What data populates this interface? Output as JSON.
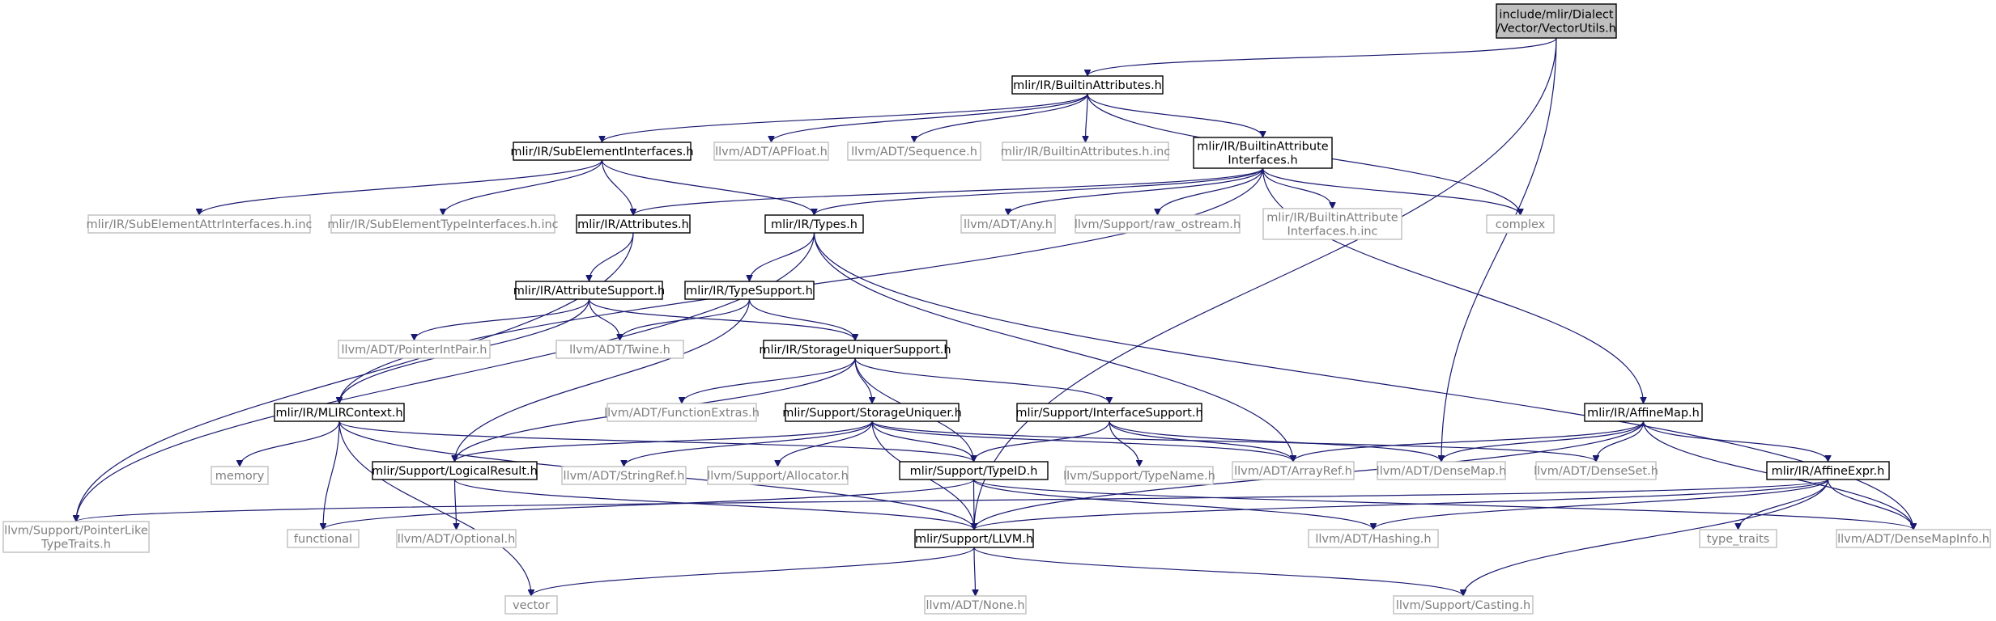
{
  "diagram": {
    "type": "include-dependency-graph",
    "colors": {
      "edge": "#191970",
      "root_fill": "#bfbfbf",
      "node_border": "#000000",
      "external_border": "#bfbfbf",
      "external_text": "#7f7f7f"
    },
    "nodes": [
      {
        "id": "root",
        "lines": [
          "include/mlir/Dialect",
          "/Vector/VectorUtils.h"
        ],
        "kind": "root"
      },
      {
        "id": "builtinattr",
        "lines": [
          "mlir/IR/BuiltinAttributes.h"
        ],
        "kind": "project"
      },
      {
        "id": "subelem",
        "lines": [
          "mlir/IR/SubElementInterfaces.h"
        ],
        "kind": "project"
      },
      {
        "id": "apfloat",
        "lines": [
          "llvm/ADT/APFloat.h"
        ],
        "kind": "external"
      },
      {
        "id": "sequence",
        "lines": [
          "llvm/ADT/Sequence.h"
        ],
        "kind": "external"
      },
      {
        "id": "builtininc",
        "lines": [
          "mlir/IR/BuiltinAttributes.h.inc"
        ],
        "kind": "external"
      },
      {
        "id": "baiface",
        "lines": [
          "mlir/IR/BuiltinAttribute",
          "Interfaces.h"
        ],
        "kind": "project"
      },
      {
        "id": "seattrinc",
        "lines": [
          "mlir/IR/SubElementAttrInterfaces.h.inc"
        ],
        "kind": "external"
      },
      {
        "id": "setypeinc",
        "lines": [
          "mlir/IR/SubElementTypeInterfaces.h.inc"
        ],
        "kind": "external"
      },
      {
        "id": "attributes",
        "lines": [
          "mlir/IR/Attributes.h"
        ],
        "kind": "project"
      },
      {
        "id": "types",
        "lines": [
          "mlir/IR/Types.h"
        ],
        "kind": "project"
      },
      {
        "id": "any",
        "lines": [
          "llvm/ADT/Any.h"
        ],
        "kind": "external"
      },
      {
        "id": "rawostream",
        "lines": [
          "llvm/Support/raw_ostream.h"
        ],
        "kind": "external"
      },
      {
        "id": "baifaceinc",
        "lines": [
          "mlir/IR/BuiltinAttribute",
          "Interfaces.h.inc"
        ],
        "kind": "external"
      },
      {
        "id": "complex",
        "lines": [
          "complex"
        ],
        "kind": "external"
      },
      {
        "id": "attrsupport",
        "lines": [
          "mlir/IR/AttributeSupport.h"
        ],
        "kind": "project"
      },
      {
        "id": "typesupport",
        "lines": [
          "mlir/IR/TypeSupport.h"
        ],
        "kind": "project"
      },
      {
        "id": "ptrintpair",
        "lines": [
          "llvm/ADT/PointerIntPair.h"
        ],
        "kind": "external"
      },
      {
        "id": "twine",
        "lines": [
          "llvm/ADT/Twine.h"
        ],
        "kind": "external"
      },
      {
        "id": "storageuniqsup",
        "lines": [
          "mlir/IR/StorageUniquerSupport.h"
        ],
        "kind": "project"
      },
      {
        "id": "mlircontext",
        "lines": [
          "mlir/IR/MLIRContext.h"
        ],
        "kind": "project"
      },
      {
        "id": "funcextras",
        "lines": [
          "llvm/ADT/FunctionExtras.h"
        ],
        "kind": "external"
      },
      {
        "id": "storageuniq",
        "lines": [
          "mlir/Support/StorageUniquer.h"
        ],
        "kind": "project"
      },
      {
        "id": "ifacesupport",
        "lines": [
          "mlir/Support/InterfaceSupport.h"
        ],
        "kind": "project"
      },
      {
        "id": "affinemap",
        "lines": [
          "mlir/IR/AffineMap.h"
        ],
        "kind": "project"
      },
      {
        "id": "memory",
        "lines": [
          "memory"
        ],
        "kind": "external"
      },
      {
        "id": "logicalres",
        "lines": [
          "mlir/Support/LogicalResult.h"
        ],
        "kind": "project"
      },
      {
        "id": "stringref",
        "lines": [
          "llvm/ADT/StringRef.h"
        ],
        "kind": "external"
      },
      {
        "id": "allocator",
        "lines": [
          "llvm/Support/Allocator.h"
        ],
        "kind": "external"
      },
      {
        "id": "typeid",
        "lines": [
          "mlir/Support/TypeID.h"
        ],
        "kind": "project"
      },
      {
        "id": "typename",
        "lines": [
          "llvm/Support/TypeName.h"
        ],
        "kind": "external"
      },
      {
        "id": "arrayref",
        "lines": [
          "llvm/ADT/ArrayRef.h"
        ],
        "kind": "external"
      },
      {
        "id": "densemap",
        "lines": [
          "llvm/ADT/DenseMap.h"
        ],
        "kind": "external"
      },
      {
        "id": "denseset",
        "lines": [
          "llvm/ADT/DenseSet.h"
        ],
        "kind": "external"
      },
      {
        "id": "affineexpr",
        "lines": [
          "mlir/IR/AffineExpr.h"
        ],
        "kind": "project"
      },
      {
        "id": "ptrlike",
        "lines": [
          "llvm/Support/PointerLike",
          "TypeTraits.h"
        ],
        "kind": "external"
      },
      {
        "id": "functional",
        "lines": [
          "functional"
        ],
        "kind": "external"
      },
      {
        "id": "optional",
        "lines": [
          "llvm/ADT/Optional.h"
        ],
        "kind": "external"
      },
      {
        "id": "llvmh",
        "lines": [
          "mlir/Support/LLVM.h"
        ],
        "kind": "project"
      },
      {
        "id": "hashing",
        "lines": [
          "llvm/ADT/Hashing.h"
        ],
        "kind": "external"
      },
      {
        "id": "typetraits",
        "lines": [
          "type_traits"
        ],
        "kind": "external"
      },
      {
        "id": "densemapinfo",
        "lines": [
          "llvm/ADT/DenseMapInfo.h"
        ],
        "kind": "external"
      },
      {
        "id": "vector",
        "lines": [
          "vector"
        ],
        "kind": "external"
      },
      {
        "id": "none",
        "lines": [
          "llvm/ADT/None.h"
        ],
        "kind": "external"
      },
      {
        "id": "casting",
        "lines": [
          "llvm/Support/Casting.h"
        ],
        "kind": "external"
      }
    ],
    "edges": [
      [
        "root",
        "builtinattr"
      ],
      [
        "root",
        "densemap"
      ],
      [
        "root",
        "llvmh"
      ],
      [
        "builtinattr",
        "subelem"
      ],
      [
        "builtinattr",
        "apfloat"
      ],
      [
        "builtinattr",
        "sequence"
      ],
      [
        "builtinattr",
        "builtininc"
      ],
      [
        "builtinattr",
        "baiface"
      ],
      [
        "builtinattr",
        "complex"
      ],
      [
        "subelem",
        "seattrinc"
      ],
      [
        "subelem",
        "setypeinc"
      ],
      [
        "subelem",
        "attributes"
      ],
      [
        "subelem",
        "types"
      ],
      [
        "baiface",
        "attributes"
      ],
      [
        "baiface",
        "types"
      ],
      [
        "baiface",
        "any"
      ],
      [
        "baiface",
        "rawostream"
      ],
      [
        "baiface",
        "baifaceinc"
      ],
      [
        "baiface",
        "complex"
      ],
      [
        "baiface",
        "affinemap"
      ],
      [
        "baiface",
        "mlircontext"
      ],
      [
        "attributes",
        "attrsupport"
      ],
      [
        "attributes",
        "ptrlike"
      ],
      [
        "types",
        "typesupport"
      ],
      [
        "types",
        "arrayref"
      ],
      [
        "types",
        "densemapinfo"
      ],
      [
        "types",
        "ptrlike"
      ],
      [
        "attrsupport",
        "ptrintpair"
      ],
      [
        "attrsupport",
        "twine"
      ],
      [
        "attrsupport",
        "storageuniqsup"
      ],
      [
        "attrsupport",
        "mlircontext"
      ],
      [
        "typesupport",
        "twine"
      ],
      [
        "typesupport",
        "storageuniqsup"
      ],
      [
        "typesupport",
        "logicalres"
      ],
      [
        "storageuniqsup",
        "funcextras"
      ],
      [
        "storageuniqsup",
        "storageuniq"
      ],
      [
        "storageuniqsup",
        "ifacesupport"
      ],
      [
        "storageuniqsup",
        "typeid"
      ],
      [
        "storageuniqsup",
        "logicalres"
      ],
      [
        "mlircontext",
        "memory"
      ],
      [
        "mlircontext",
        "functional"
      ],
      [
        "mlircontext",
        "vector"
      ],
      [
        "mlircontext",
        "typeid"
      ],
      [
        "mlircontext",
        "llvmh"
      ],
      [
        "storageuniq",
        "logicalres"
      ],
      [
        "storageuniq",
        "stringref"
      ],
      [
        "storageuniq",
        "allocator"
      ],
      [
        "storageuniq",
        "typeid"
      ],
      [
        "storageuniq",
        "llvmh"
      ],
      [
        "storageuniq",
        "arrayref"
      ],
      [
        "storageuniq",
        "denseset"
      ],
      [
        "ifacesupport",
        "typeid"
      ],
      [
        "ifacesupport",
        "typename"
      ],
      [
        "ifacesupport",
        "arrayref"
      ],
      [
        "ifacesupport",
        "densemap"
      ],
      [
        "affinemap",
        "arrayref"
      ],
      [
        "affinemap",
        "densemap"
      ],
      [
        "affinemap",
        "denseset"
      ],
      [
        "affinemap",
        "affineexpr"
      ],
      [
        "affinemap",
        "densemapinfo"
      ],
      [
        "affinemap",
        "llvmh"
      ],
      [
        "affineexpr",
        "llvmh"
      ],
      [
        "affineexpr",
        "hashing"
      ],
      [
        "affineexpr",
        "typetraits"
      ],
      [
        "affineexpr",
        "casting"
      ],
      [
        "affineexpr",
        "densemapinfo"
      ],
      [
        "affineexpr",
        "ptrlike"
      ],
      [
        "logicalres",
        "optional"
      ],
      [
        "logicalres",
        "llvmh"
      ],
      [
        "typeid",
        "functional"
      ],
      [
        "typeid",
        "llvmh"
      ],
      [
        "typeid",
        "hashing"
      ],
      [
        "typeid",
        "densemapinfo"
      ],
      [
        "llvmh",
        "vector"
      ],
      [
        "llvmh",
        "none"
      ],
      [
        "llvmh",
        "casting"
      ]
    ]
  }
}
